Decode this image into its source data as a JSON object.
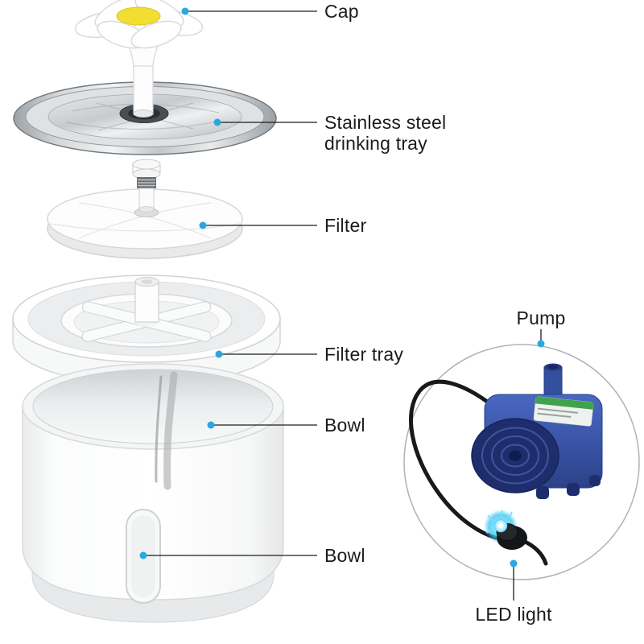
{
  "callouts": {
    "cap": "Cap",
    "steel_tray": "Stainless steel drinking tray",
    "filter": "Filter",
    "filter_tray": "Filter tray",
    "bowl_upper": "Bowl",
    "bowl_lower": "Bowl",
    "pump": "Pump",
    "led": "LED light"
  },
  "colors": {
    "accent_dot": "#2AA7DF",
    "leader_line": "#1C1C1C",
    "label_text": "#1B1B1B",
    "cap_yellow": "#F2DE30",
    "steel_gray": "#C2C6C9",
    "pump_blue": "#3A55A8",
    "pump_navy": "#1E2E6D",
    "led_glow_blue": "#35C4F0",
    "plastic_white": "#FDFDFD"
  }
}
